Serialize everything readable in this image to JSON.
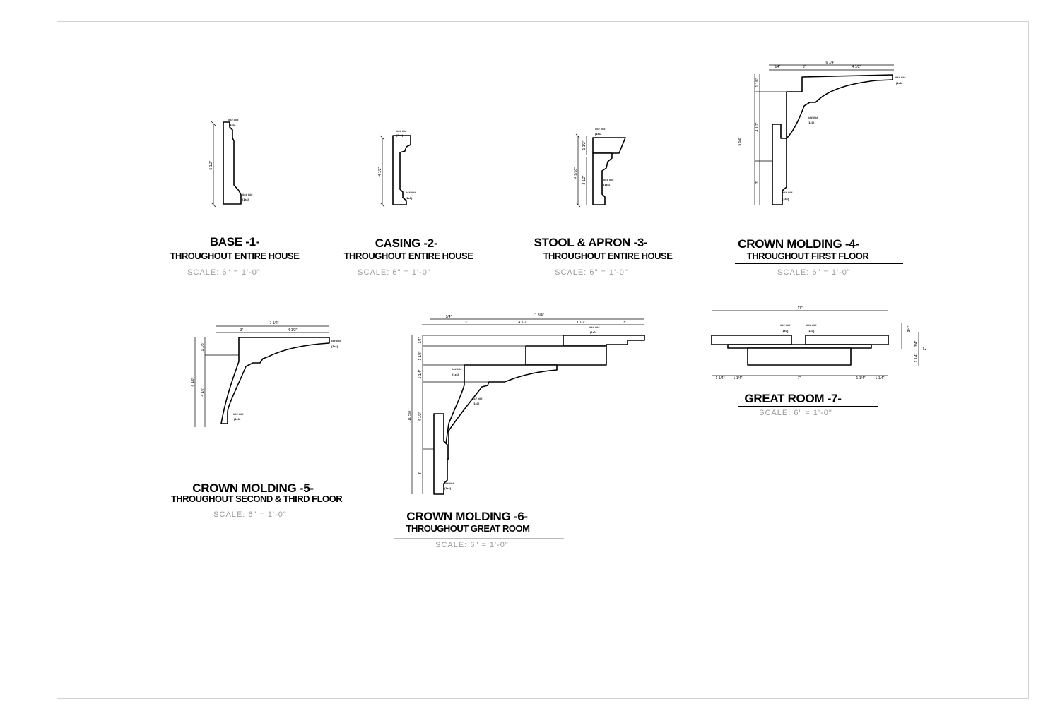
{
  "sheet": {
    "details": [
      {
        "id": "d1",
        "title": "BASE -1-",
        "subtitle": "THROUGHOUT ENTIRE HOUSE",
        "scale": "SCALE: 6\" = 1'-0\""
      },
      {
        "id": "d2",
        "title": "CASING -2-",
        "subtitle": "THROUGHOUT ENTIRE HOUSE",
        "scale": "SCALE: 6\" = 1'-0\""
      },
      {
        "id": "d3",
        "title": "STOOL & APRON -3-",
        "subtitle": "THROUGHOUT ENTIRE HOUSE",
        "scale": "SCALE: 6\" = 1'-0\""
      },
      {
        "id": "d4",
        "title": "CROWN MOLDING -4-",
        "subtitle": "THROUGHOUT FIRST FLOOR",
        "scale": "SCALE: 6\" = 1'-0\""
      },
      {
        "id": "d5",
        "title": "CROWN MOLDING -5-",
        "subtitle": "THROUGHOUT SECOND & THIRD FLOOR",
        "scale": "SCALE: 6\" = 1'-0\""
      },
      {
        "id": "d6",
        "title": "CROWN MOLDING -6-",
        "subtitle": "THROUGHOUT GREAT ROOM",
        "scale": "SCALE: 6\" = 1'-0\""
      },
      {
        "id": "d7",
        "title": "GREAT ROOM -7-",
        "subtitle": "",
        "scale": "SCALE: 6\" = 1'-0\""
      }
    ],
    "dimensions": {
      "d1": [
        "5 1/2\""
      ],
      "d2": [
        "4 1/2\""
      ],
      "d3": [
        "1 1/2\"",
        "4 9/16\"",
        "3 1/2\""
      ],
      "d4": [
        "6 1/4\"",
        "3/4\"",
        "3\"",
        "4 1/2\"",
        "1 1/8\"",
        "4 1/2\"",
        "5 5/8\"",
        "3\""
      ],
      "d5": [
        "7 1/2\"",
        "3\"",
        "4 1/2\"",
        "1 1/8\"",
        "6 1/8\"",
        "4 1/2\""
      ],
      "d6": [
        "3/4\"",
        "11 3/4\"",
        "3\"",
        "4 1/2\"",
        "3 1/2\"",
        "3\"",
        "3/4\"",
        "1 1/8\"",
        "1 1/4\"",
        "10 5/8\"",
        "4 1/2\"",
        "3\""
      ],
      "d7": [
        "11\"",
        "3/4\"",
        "3/4\"",
        "2\"",
        "1 1/4\"",
        "1 1/4\"",
        "1 1/4\"",
        "7\"",
        "1 1/4\"",
        "1 1/4\""
      ]
    },
    "callout_tag": "### ###",
    "callout_sub": "(1x1)"
  }
}
